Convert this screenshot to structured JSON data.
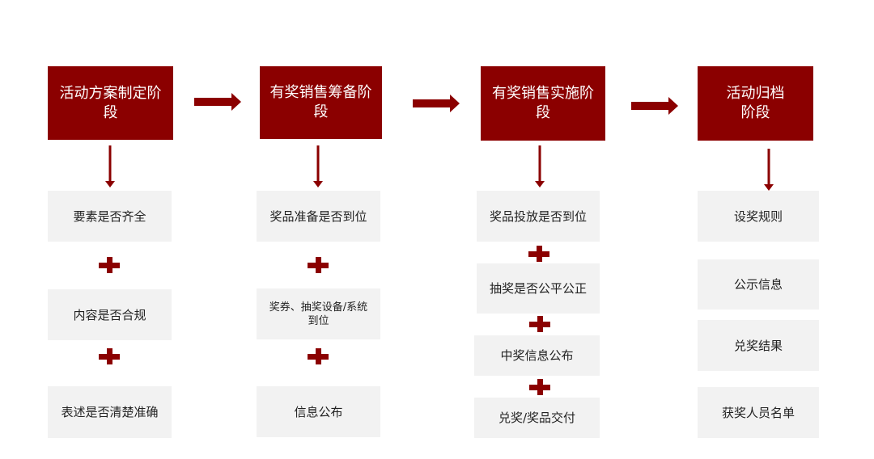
{
  "stages": [
    {
      "title": "活动方案制定阶段",
      "items": [
        "要素是否齐全",
        "内容是否合规",
        "表述是否清楚准确"
      ]
    },
    {
      "title": "有奖销售筹备阶段",
      "items": [
        "奖品准备是否到位",
        "奖券、抽奖设备/系统到位",
        "信息公布"
      ]
    },
    {
      "title": "有奖销售实施阶段",
      "items": [
        "奖品投放是否到位",
        "抽奖是否公平公正",
        "中奖信息公布",
        "兑奖/奖品交付"
      ]
    },
    {
      "title": "活动归档阶段",
      "items": [
        "设奖规则",
        "公示信息",
        "兑奖结果",
        "获奖人员名单"
      ]
    }
  ],
  "colors": {
    "accent": "#8b0000",
    "item_bg": "#f2f2f2"
  }
}
